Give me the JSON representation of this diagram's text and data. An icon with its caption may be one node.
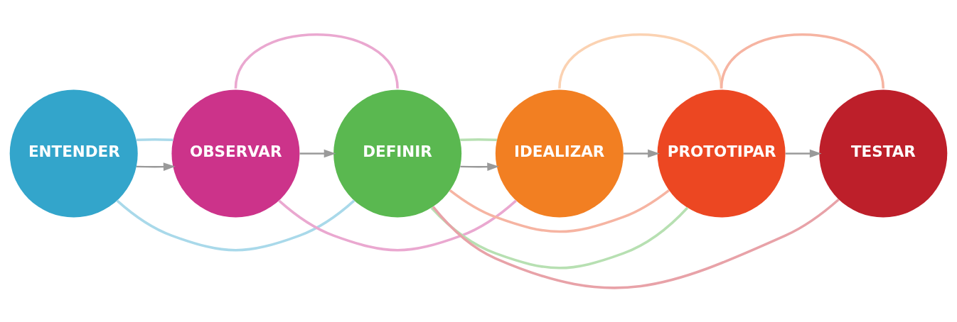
{
  "diagram": {
    "nodes": [
      {
        "text": [
          "ENTENDER"
        ]
      },
      {
        "text": [
          "OBSERVAR"
        ]
      },
      {
        "text": [
          "DEFINIR"
        ]
      },
      {
        "text": [
          "IDEALIZAR"
        ]
      },
      {
        "text": [
          "PROTOTIPAR"
        ]
      },
      {
        "text": [
          "TESTAR"
        ]
      }
    ],
    "edges": [
      {
        "from": 0,
        "to": 1,
        "arrow": "to"
      },
      {
        "from": 1,
        "to": 2,
        "arrow": "to"
      },
      {
        "from": 2,
        "to": 3,
        "arrow": "to"
      },
      {
        "from": 3,
        "to": 4,
        "arrow": "to"
      },
      {
        "from": 4,
        "to": 5,
        "arrow": "to"
      },
      {
        "from": 0,
        "to": 2,
        "arrow": "none",
        "color": "#a9d9ea"
      },
      {
        "from": 0,
        "to": 1,
        "arrow": "none",
        "color": "#a9d9ea"
      },
      {
        "from": 1,
        "to": 2,
        "arrow": "none",
        "color": "#eaa8d0"
      },
      {
        "from": 1,
        "to": 3,
        "arrow": "none",
        "color": "#eaa8d0"
      },
      {
        "from": 2,
        "to": 4,
        "arrow": "none",
        "color": "#b7e0b2"
      },
      {
        "from": 2,
        "to": 3,
        "arrow": "none",
        "color": "#b7e0b2"
      },
      {
        "from": 3,
        "to": 4,
        "arrow": "none",
        "color": "#fbd2b2"
      },
      {
        "from": 4,
        "to": 5,
        "arrow": "none",
        "color": "#f6b4a2"
      },
      {
        "from": 2,
        "to": 4,
        "arrow": "none",
        "color": "#f6b4a2"
      },
      {
        "from": 2,
        "to": 5,
        "arrow": "none",
        "color": "#e8a2a8"
      }
    ]
  }
}
